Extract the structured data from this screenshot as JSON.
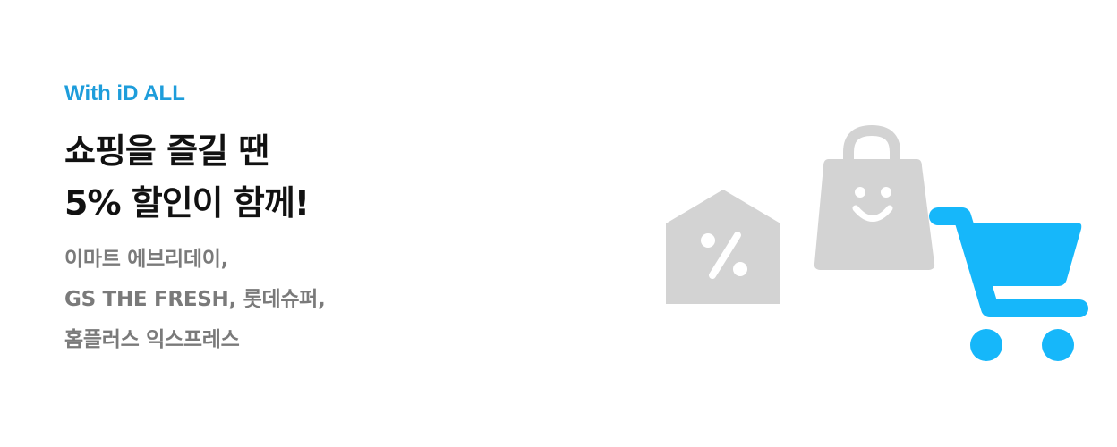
{
  "eyebrow": "With iD ALL",
  "headline": {
    "line1": "쇼핑을 즐길 땐",
    "line2": "5% 할인이 함께!"
  },
  "description": {
    "line1": "이마트 에브리데이,",
    "line2": "GS THE FRESH, 롯데슈퍼,",
    "line3": "홈플러스 익스프레스"
  },
  "discount_tag": {
    "symbol": "%"
  },
  "colors": {
    "accent": "#1E9DDB",
    "headline": "#111111",
    "description": "#7A7A7A",
    "icon_gray": "#D3D3D3",
    "cart_blue": "#16B7FA",
    "white": "#FFFFFF"
  },
  "icons": [
    "discount-house-icon",
    "shopping-bag-icon",
    "shopping-cart-icon"
  ]
}
